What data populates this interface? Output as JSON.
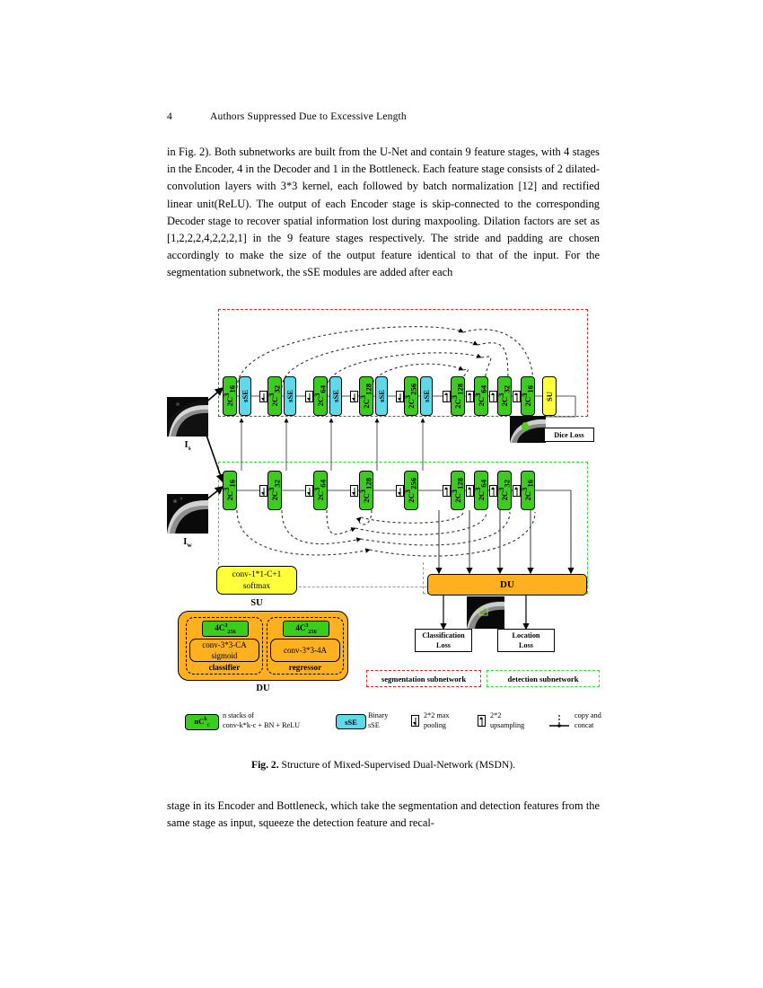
{
  "running_head": {
    "page_number": "4",
    "title": "Authors Suppressed Due to Excessive Length"
  },
  "body": {
    "paragraph_top": "in Fig. 2). Both subnetworks are built from the U-Net and contain 9 feature stages, with 4 stages in the Encoder, 4 in the Decoder and 1 in the Bottleneck. Each feature stage consists of 2 dilated-convolution layers with 3*3 kernel, each followed by batch normalization [12] and rectified linear unit(ReLU). The output of each Encoder stage is skip-connected to the corresponding Decoder stage to recover spatial information lost during maxpooling. Dilation factors are set as [1,2,2,2,4,2,2,2,1] in the 9 feature stages respectively. The stride and padding are chosen accordingly to make the size of the output feature identical to that of the input. For the segmentation subnetwork, the sSE modules are added after each",
    "paragraph_bottom": "stage in its Encoder and Bottleneck, which take the segmentation and detection features from the same stage as input, squeeze the detection feature and recal-"
  },
  "figure": {
    "caption_label": "Fig. 2.",
    "caption_text": "Structure of Mixed-Supervised Dual-Network (MSDN).",
    "colors": {
      "conv_block": "#3ccc1e",
      "sse_block": "#5fd9e8",
      "su_block": "#ffff3a",
      "du_block": "#ffb01e",
      "segmentation_frame": "#ee2222",
      "detection_frame": "#33dd33"
    },
    "inputs": [
      {
        "name": "segmentation-input",
        "label": "I",
        "sub": "s"
      },
      {
        "name": "detection-input",
        "label": "I",
        "sub": "w"
      }
    ],
    "segmentation_row": {
      "nodes": [
        {
          "type": "conv",
          "n": "2",
          "c": "C",
          "sup": "3",
          "sub": "16"
        },
        {
          "type": "sse",
          "text": "sSE"
        },
        {
          "type": "conv",
          "n": "2",
          "c": "C",
          "sup": "3",
          "sub": "32"
        },
        {
          "type": "sse",
          "text": "sSE"
        },
        {
          "type": "conv",
          "n": "2",
          "c": "C",
          "sup": "3",
          "sub": "64"
        },
        {
          "type": "sse",
          "text": "sSE"
        },
        {
          "type": "conv",
          "n": "2",
          "c": "C",
          "sup": "3",
          "sub": "128"
        },
        {
          "type": "sse",
          "text": "sSE"
        },
        {
          "type": "conv",
          "n": "2",
          "c": "C",
          "sup": "3",
          "sub": "256"
        },
        {
          "type": "sse",
          "text": "sSE"
        },
        {
          "type": "conv",
          "n": "2",
          "c": "C",
          "sup": "3",
          "sub": "128"
        },
        {
          "type": "conv",
          "n": "2",
          "c": "C",
          "sup": "3",
          "sub": "64"
        },
        {
          "type": "conv",
          "n": "2",
          "c": "C",
          "sup": "3",
          "sub": "32"
        },
        {
          "type": "conv",
          "n": "2",
          "c": "C",
          "sup": "3",
          "sub": "16"
        },
        {
          "type": "su",
          "text": "SU"
        }
      ]
    },
    "detection_row": {
      "nodes": [
        {
          "type": "conv",
          "n": "2",
          "c": "C",
          "sup": "3",
          "sub": "16"
        },
        {
          "type": "conv",
          "n": "2",
          "c": "C",
          "sup": "3",
          "sub": "32"
        },
        {
          "type": "conv",
          "n": "2",
          "c": "C",
          "sup": "3",
          "sub": "64"
        },
        {
          "type": "conv",
          "n": "2",
          "c": "C",
          "sup": "3",
          "sub": "128"
        },
        {
          "type": "conv",
          "n": "2",
          "c": "C",
          "sup": "3",
          "sub": "256"
        },
        {
          "type": "conv",
          "n": "2",
          "c": "C",
          "sup": "3",
          "sub": "128"
        },
        {
          "type": "conv",
          "n": "2",
          "c": "C",
          "sup": "3",
          "sub": "64"
        },
        {
          "type": "conv",
          "n": "2",
          "c": "C",
          "sup": "3",
          "sub": "32"
        },
        {
          "type": "conv",
          "n": "2",
          "c": "C",
          "sup": "3",
          "sub": "16"
        }
      ]
    },
    "losses": {
      "dice": "Dice Loss",
      "classification_line1": "Classification",
      "classification_line2": "Loss",
      "location_line1": "Location",
      "location_line2": "Loss"
    },
    "su_detail": {
      "line1": "conv-1*1-C+1",
      "line2": "softmax",
      "caption": "SU"
    },
    "du_bar_label": "DU",
    "du_detail": {
      "caption": "DU",
      "classifier": {
        "green": {
          "n": "4",
          "c": "C",
          "sup": "3",
          "sub": "256"
        },
        "line1": "conv-3*3-CA",
        "line2": "sigmoid",
        "caption": "classifier"
      },
      "regressor": {
        "green": {
          "n": "4",
          "c": "C",
          "sup": "3",
          "sub": "256"
        },
        "line1": "conv-3*3-4A",
        "line2": "",
        "caption": "regressor"
      }
    },
    "subnetwork_legend": {
      "segmentation": "segmentation subnetwork",
      "detection": "detection subnetwork"
    },
    "legend_items": [
      {
        "chip": "nCkc",
        "chip_n": "n",
        "chip_c": "C",
        "chip_sup": "k",
        "chip_sub": "c",
        "line1": "n stacks of",
        "line2": "conv-k*k-c + BN + ReLU"
      },
      {
        "chip": "sSE",
        "line1": "Binary",
        "line2": "sSE"
      },
      {
        "chip": "maxpool-icon",
        "line1": "2*2 max",
        "line2": "pooling"
      },
      {
        "chip": "upsample-icon",
        "line1": "2*2",
        "line2": "upsampling"
      },
      {
        "chip": "copy-concat-icon",
        "line1": "copy and",
        "line2": "concat"
      }
    ]
  }
}
